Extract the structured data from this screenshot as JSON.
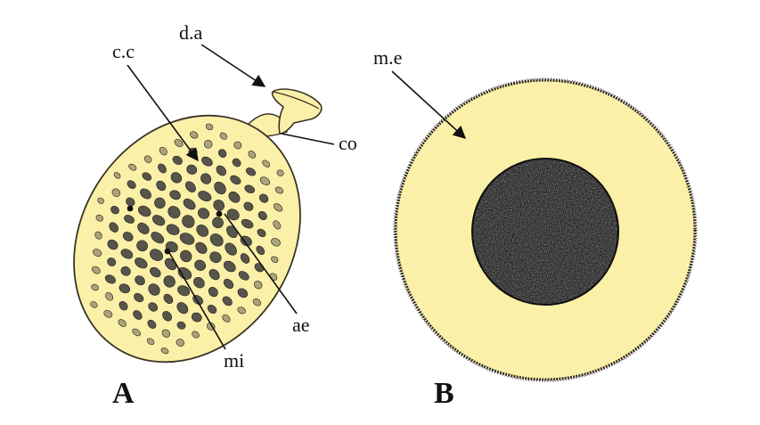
{
  "panels": {
    "a": {
      "letter": "A",
      "labels": {
        "cc": "c.c",
        "da": "d.a",
        "co": "co",
        "ae": "ae",
        "mi": "mi"
      }
    },
    "b": {
      "letter": "B",
      "labels": {
        "me": "m.e"
      }
    }
  },
  "colors": {
    "background": "#ffffff",
    "fill_yellow": "#fbf0a8",
    "outline": "#3a3426",
    "pore_dark": "#2a2a2a",
    "core_dark": "#1c1c1c"
  }
}
